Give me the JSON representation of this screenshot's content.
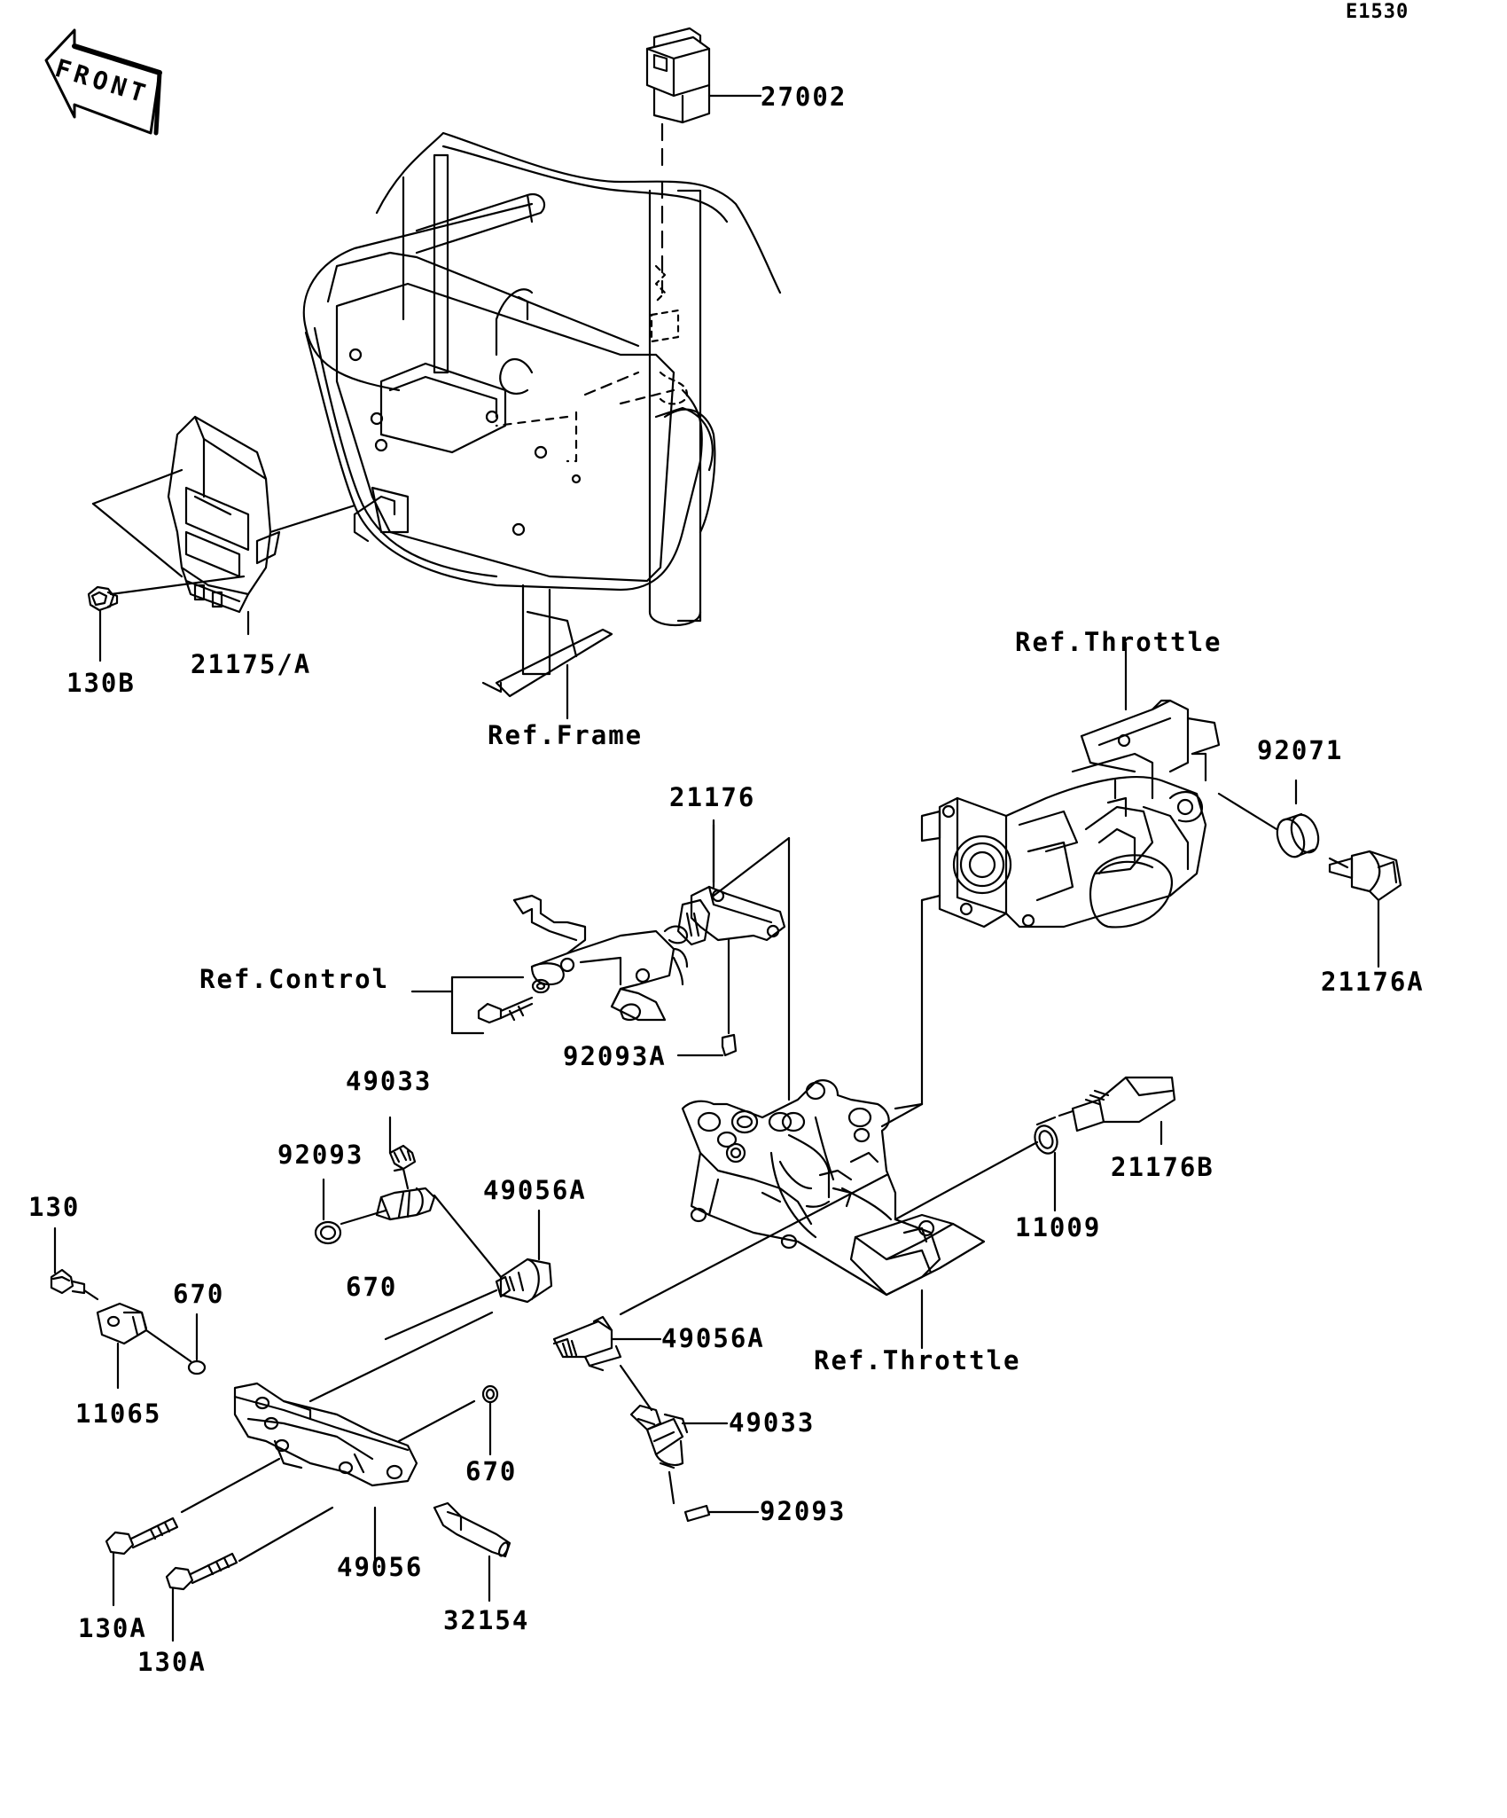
{
  "diagram_code": "E1530",
  "front_label": "FRONT",
  "parts": {
    "p27002": "27002",
    "p130B": "130B",
    "p21175A": "21175/A",
    "ref_frame": "Ref.Frame",
    "ref_throttle_top": "Ref.Throttle",
    "p92071": "92071",
    "p21176": "21176",
    "p21176A": "21176A",
    "ref_control": "Ref.Control",
    "p92093A": "92093A",
    "p49033_top": "49033",
    "p92093_top": "92093",
    "p49056A_top": "49056A",
    "p21176B": "21176B",
    "p11009": "11009",
    "p130": "130",
    "p670_a": "670",
    "p670_b": "670",
    "p11065": "11065",
    "p49056A_mid": "49056A",
    "ref_throttle_bottom": "Ref.Throttle",
    "p49033_bottom": "49033",
    "p670_c": "670",
    "p92093_bottom": "92093",
    "p49056": "49056",
    "p32154": "32154",
    "p130A_a": "130A",
    "p130A_b": "130A"
  }
}
